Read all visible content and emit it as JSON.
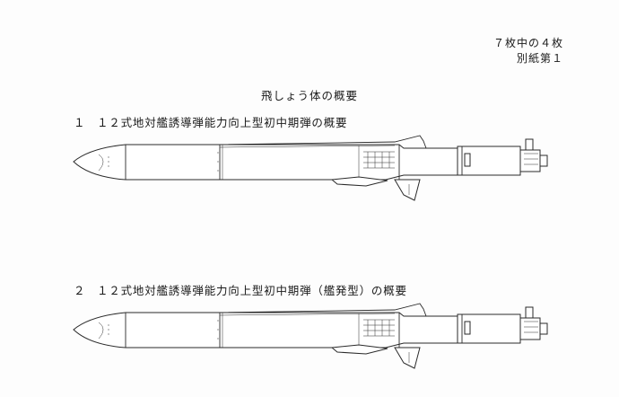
{
  "header": {
    "page_count": "７枚中の４枚",
    "attachment": "別紙第１"
  },
  "title": "飛しょう体の概要",
  "sections": [
    {
      "number": "１",
      "heading": "１２式地対艦誘導弾能力向上型初中期弾の概要"
    },
    {
      "number": "２",
      "heading": "１２式地対艦誘導弾能力向上型初中期弾（艦発型）の概要"
    }
  ]
}
